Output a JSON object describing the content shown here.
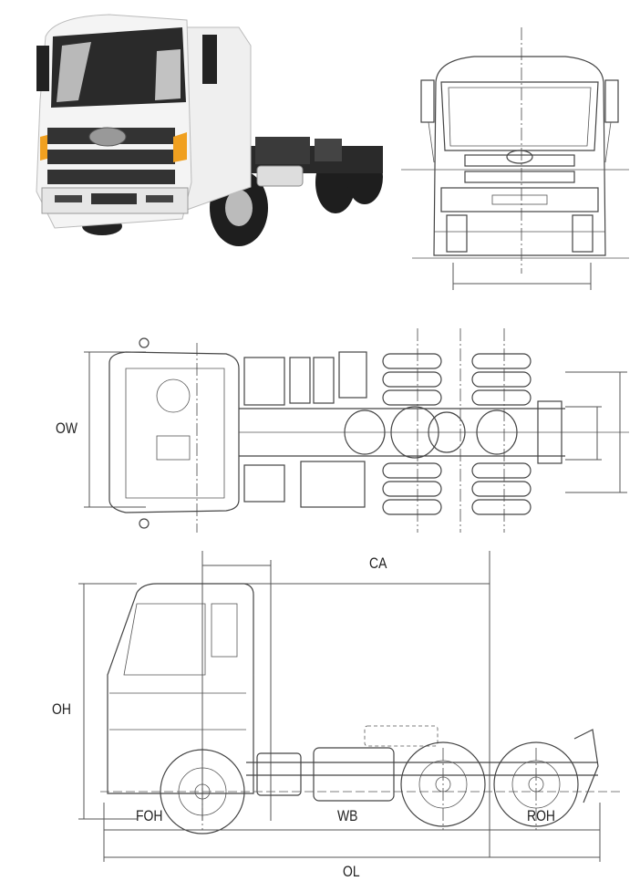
{
  "labels": {
    "ow": "OW",
    "oh": "OH",
    "ca": "CA",
    "foh": "FOH",
    "wb": "WB",
    "roh": "ROH",
    "ol": "OL"
  },
  "colors": {
    "cab_body": "#f2f2f2",
    "line": "#444444",
    "accent_orange": "#f0a020",
    "chassis_dark": "#2a2a2a"
  },
  "icons": {
    "truck_photo": "truck-photo-icon"
  }
}
